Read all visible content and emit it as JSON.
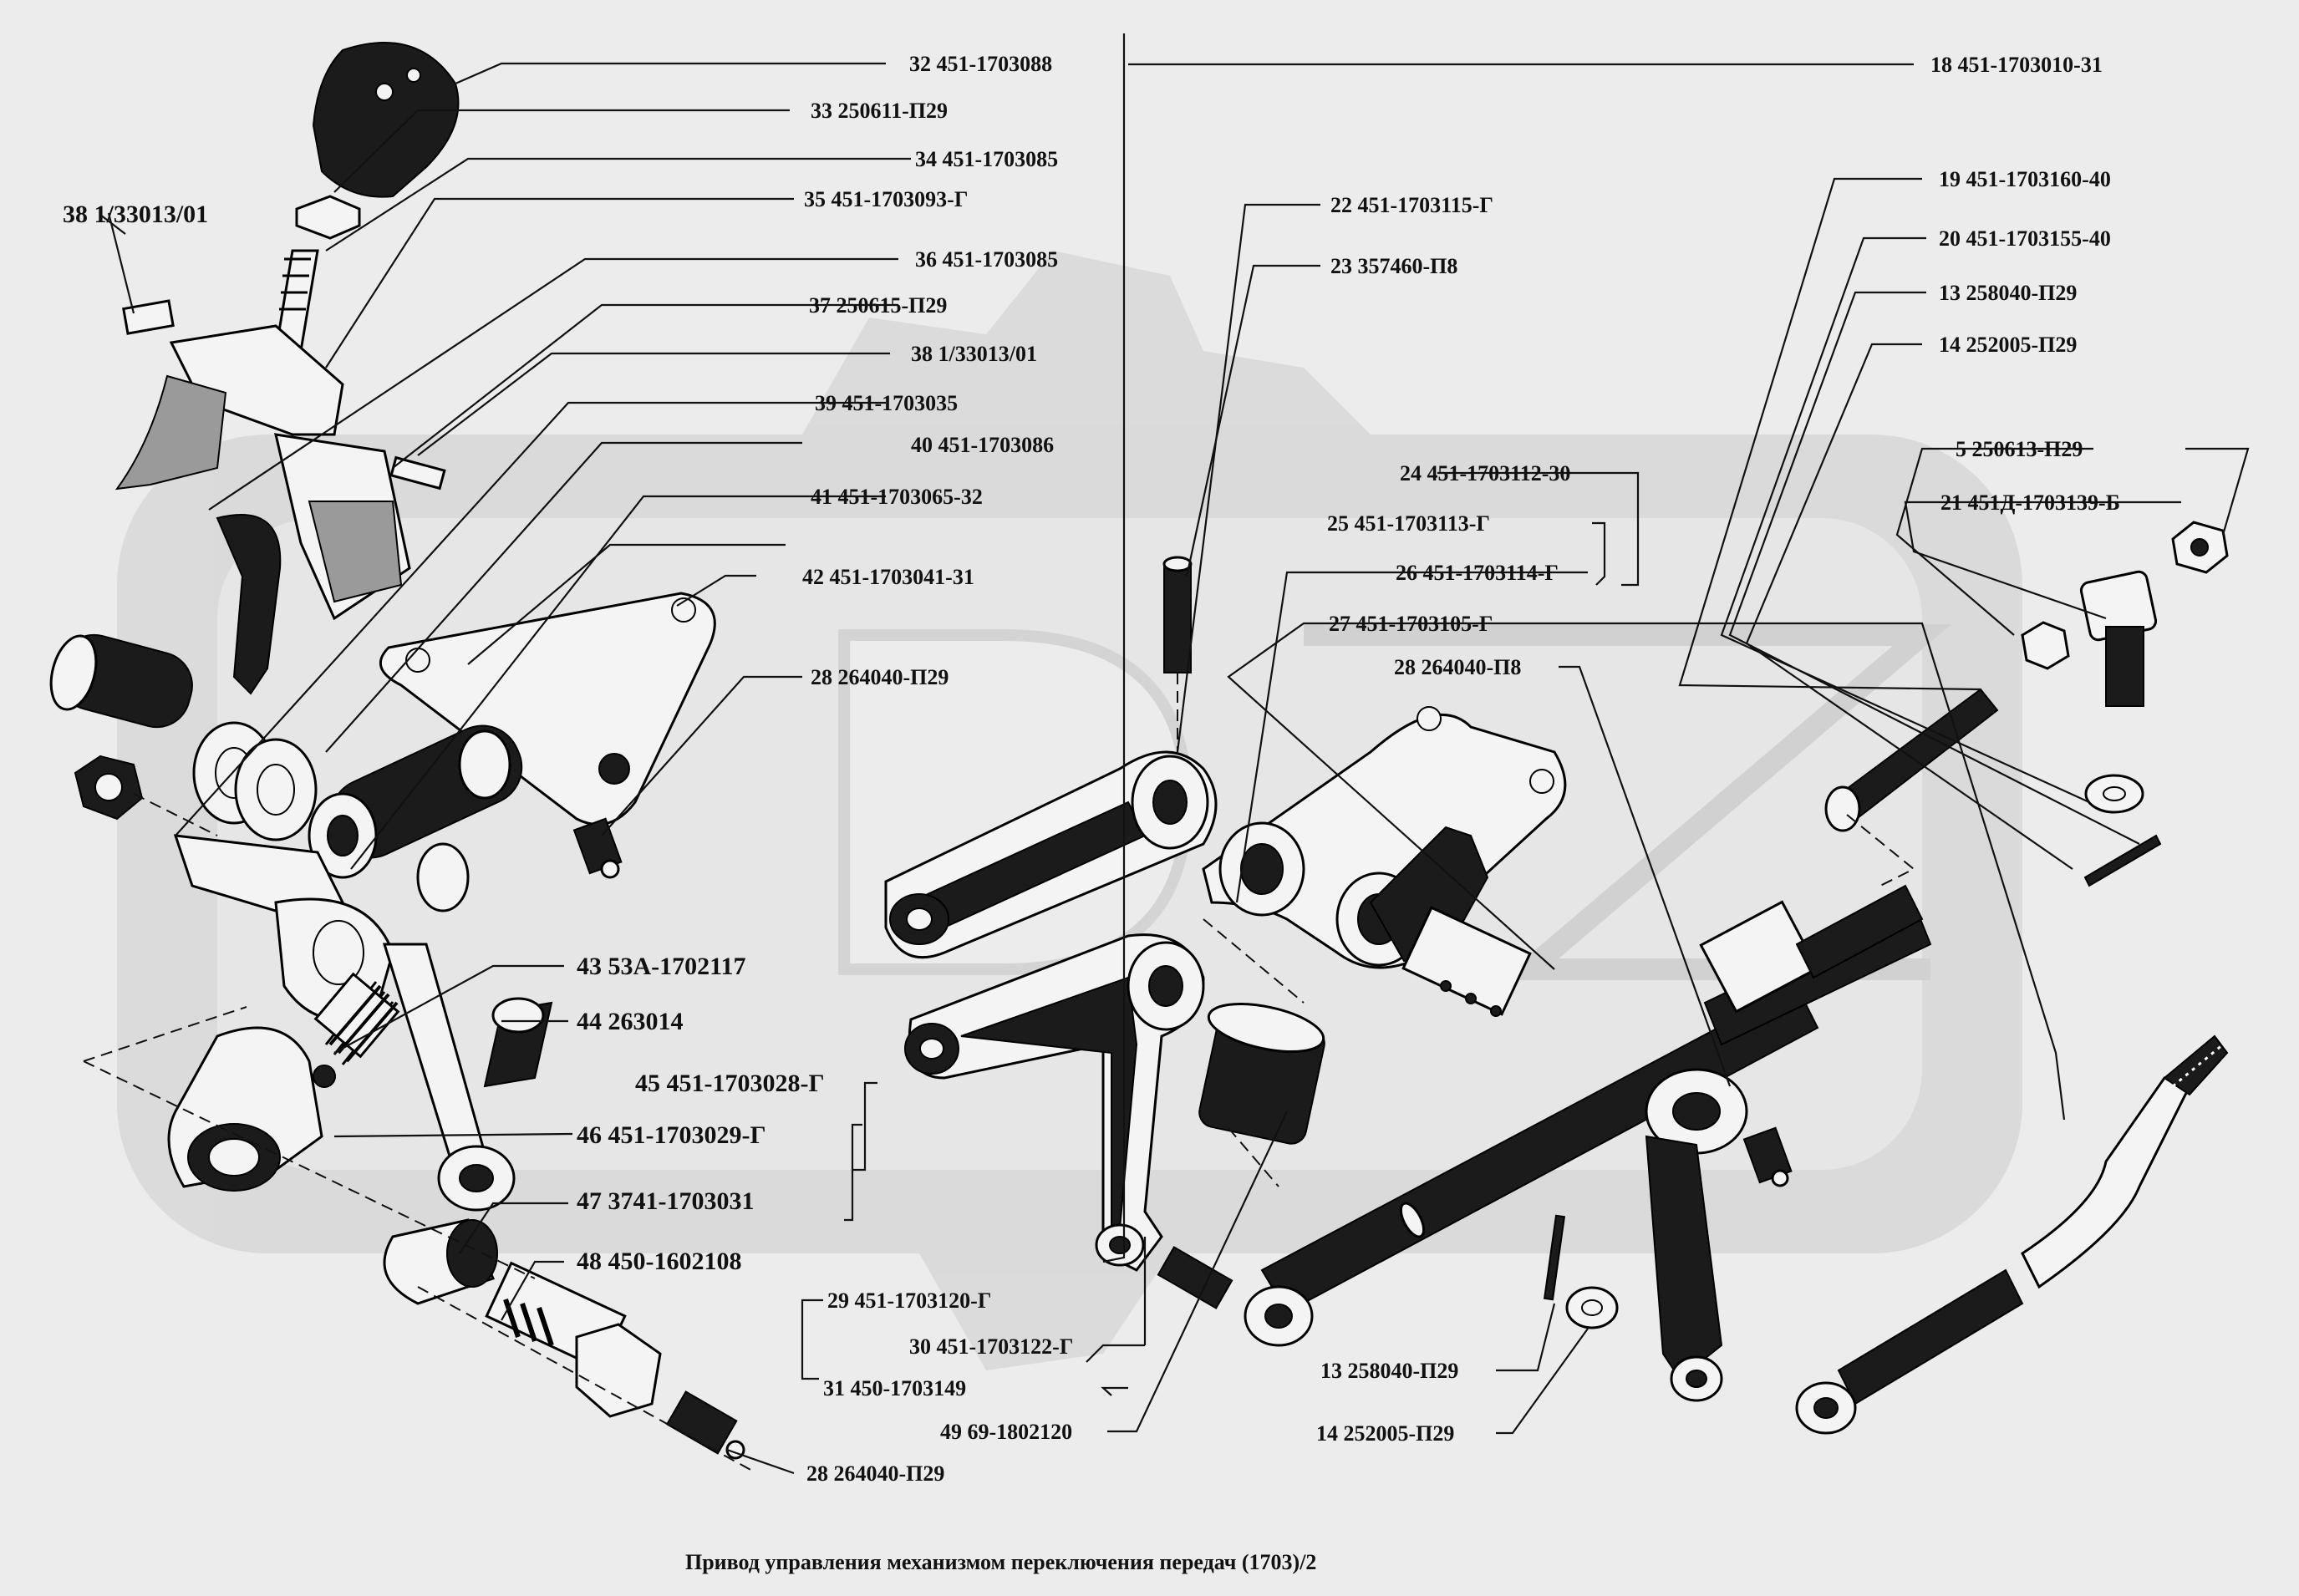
{
  "title": "Привод управления механизмом переключения  передач (1703)/2",
  "labels": {
    "l32": "32  451-1703088",
    "l33": "33  250611-П29",
    "l34": "34  451-1703085",
    "l35": "35  451-1703093-Г",
    "l36": "36  451-1703085",
    "l37": "37  250615-П29",
    "l38a": "38  1/33013/01",
    "l38b": "38  1/33013/01",
    "l39": "39  451-1703035",
    "l40": "40  451-1703086",
    "l41": "41  451-1703065-32",
    "l42": "42  451-1703041-31",
    "l28a": "28  264040-П29",
    "l43": "43  53А-1702117",
    "l44": "44  263014",
    "l45": "45  451-1703028-Г",
    "l46": "46  451-1703029-Г",
    "l47": "47  3741-1703031",
    "l48": "48  450-1602108",
    "l28b": "28  264040-П29",
    "l18": "18  451-1703010-31",
    "l22": "22  451-1703115-Г",
    "l23": "23  357460-П8",
    "l19": "19  451-1703160-40",
    "l20": "20  451-1703155-40",
    "l13a": "13  258040-П29",
    "l14a": "14  252005-П29",
    "l24": "24  451-1703112-30",
    "l25": "25  451-1703113-Г",
    "l26": "26  451-1703114-Г",
    "l27": "27  451-1703105-Г",
    "l28c": "28  264040-П8",
    "l5": "5  250613-П29",
    "l21": "21  451Д-1703139-Б",
    "l29": "29  451-1703120-Г",
    "l30": "30  451-1703122-Г",
    "l31": "31  450-1703149",
    "l49": "49  69-1802120",
    "l13b": "13  258040-П29",
    "l14b": "14  252005-П29"
  },
  "watermark": {
    "text": "DAZ",
    "color": "#d9d9d9"
  }
}
